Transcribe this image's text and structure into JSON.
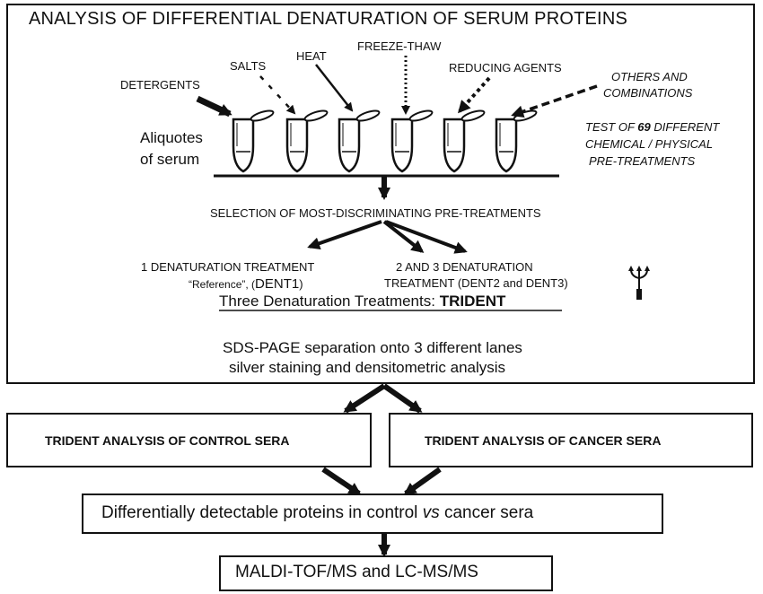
{
  "title": "ANALYSIS OF DIFFERENTIAL DENATURATION OF SERUM PROTEINS",
  "agents": {
    "detergents": "DETERGENTS",
    "salts": "SALTS",
    "heat": "HEAT",
    "freeze_thaw": "FREEZE-THAW",
    "reducing": "REDUCING AGENTS",
    "others_line1": "OTHERS AND",
    "others_line2": "COMBINATIONS"
  },
  "aliquots": {
    "line1": "Aliquotes",
    "line2": "of serum"
  },
  "test_note": {
    "line1_prefix": "TEST  OF ",
    "line1_number": "69",
    "line1_suffix": " DIFFERENT",
    "line2": "CHEMICAL / PHYSICAL",
    "line3": "PRE-TREATMENTS"
  },
  "selection": "SELECTION OF MOST-DISCRIMINATING PRE-TREATMENTS",
  "treatment1": {
    "line1": "1  DENATURATION TREATMENT",
    "line2_quote": "“Reference”, (",
    "line2_code": "DENT1",
    "line2_end": ")"
  },
  "treatment23": {
    "line1": "2  AND 3  DENATURATION",
    "line2": "TREATMENT (DENT2 and DENT3)"
  },
  "trident_caption": {
    "prefix": "Three Denaturation Treatments: ",
    "name": "TRIDENT"
  },
  "sds": {
    "line1": "SDS-PAGE separation onto 3 different lanes",
    "line2": "silver staining and densitometric analysis"
  },
  "control_box": "TRIDENT ANALYSIS OF CONTROL SERA",
  "cancer_box": "TRIDENT ANALYSIS OF CANCER SERA",
  "differential": {
    "prefix": "Differentially detectable proteins in control ",
    "vs": "vs",
    "suffix": " cancer sera"
  },
  "final": "MALDI-TOF/MS  and LC-MS/MS",
  "icons": {
    "tube": "eppendorf-tube-icon",
    "trident": "trident-icon"
  },
  "colors": {
    "ink": "#111111",
    "background": "#ffffff"
  }
}
